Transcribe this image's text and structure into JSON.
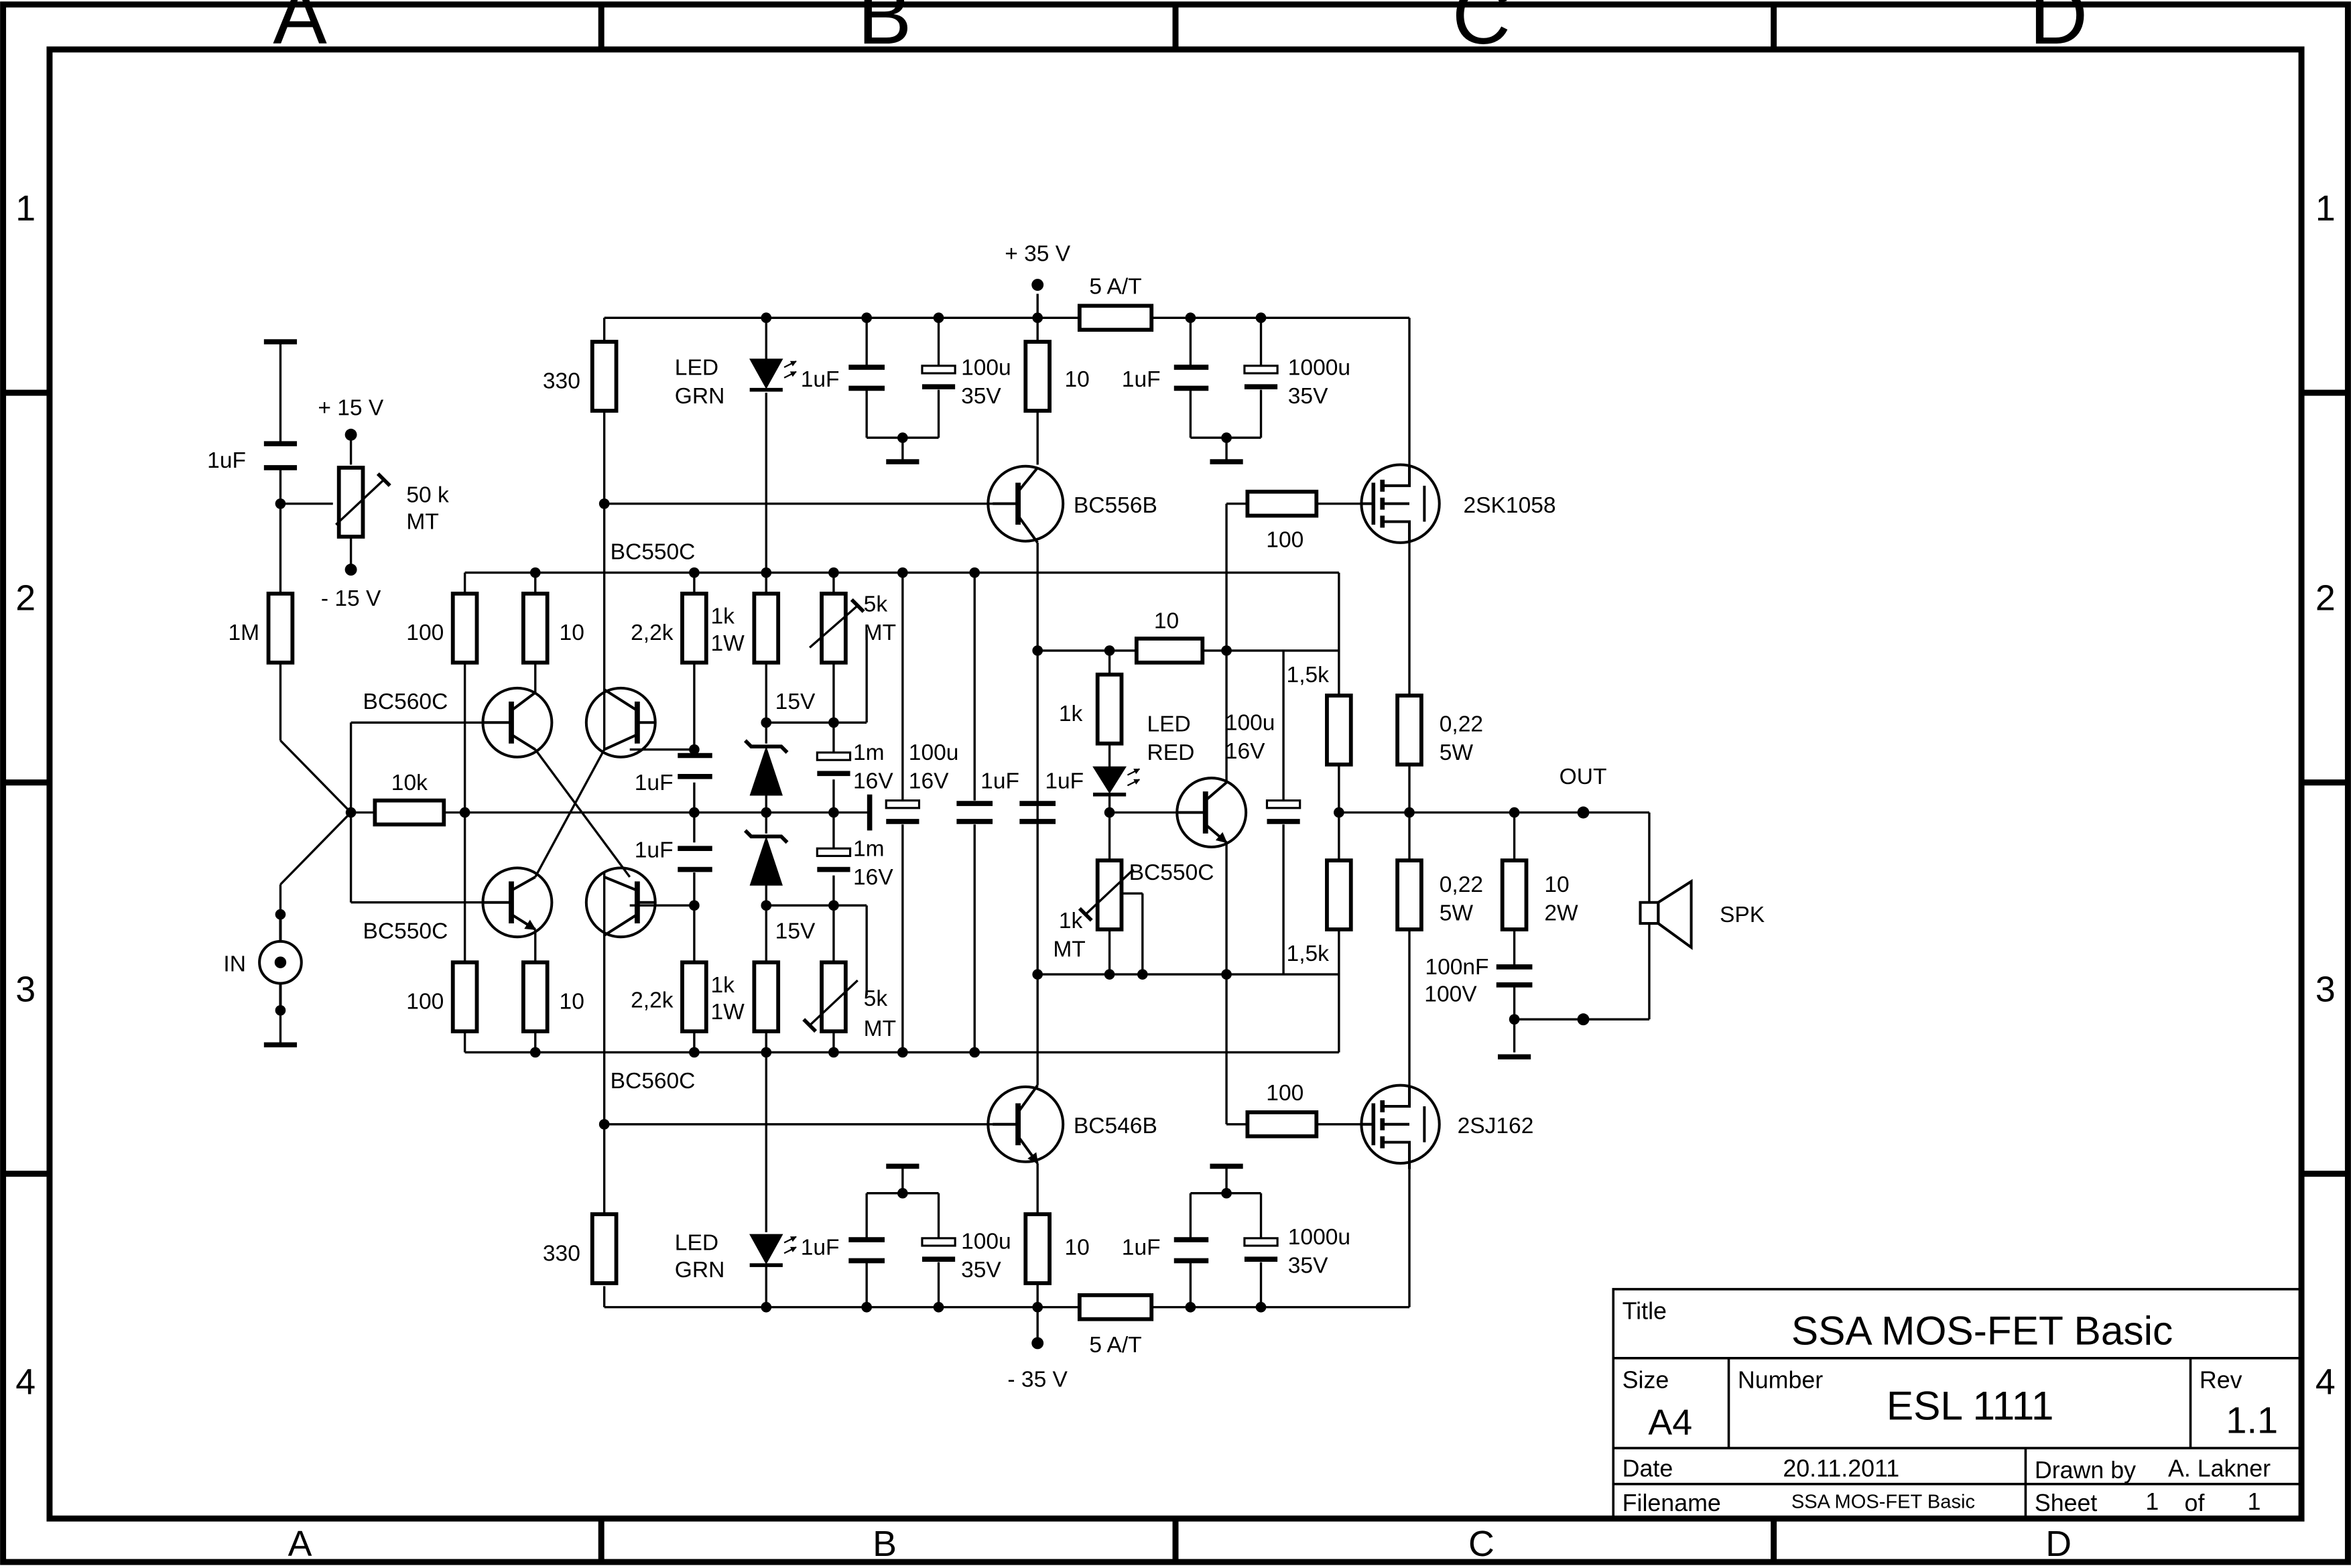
{
  "frame": {
    "cols": [
      "A",
      "B",
      "C",
      "D"
    ],
    "rows": [
      "1",
      "2",
      "3",
      "4"
    ]
  },
  "title_block": {
    "title_label": "Title",
    "title": "SSA MOS-FET Basic",
    "size_label": "Size",
    "size": "A4",
    "number_label": "Number",
    "number": "ESL 1111",
    "rev_label": "Rev",
    "rev": "1.1",
    "date_label": "Date",
    "date": "20.11.2011",
    "drawn_label": "Drawn by",
    "drawn": "A. Lakner",
    "filename_label": "Filename",
    "filename": "SSA MOS-FET Basic",
    "sheet_label": "Sheet",
    "sheet": "1",
    "of_label": "of",
    "of": "1"
  },
  "supplies": {
    "pos35": "+ 35 V",
    "neg35": "- 35 V",
    "pos15": "+ 15 V",
    "neg15": "- 15 V"
  },
  "connectors": {
    "in": "IN",
    "out": "OUT",
    "spk": "SPK"
  },
  "parts": {
    "c_in": "1uF",
    "pot_50k": "50 k",
    "pot_50k_type": "MT",
    "r_1m": "1M",
    "r_10k": "10k",
    "r_100_tl": "100",
    "r_10_tl": "10",
    "r_100_bl": "100",
    "r_10_bl": "10",
    "q_bc560c_top": "BC560C",
    "q_bc550c_bot": "BC550C",
    "q_bc550c_top": "BC550C",
    "q_bc560c_bot": "BC560C",
    "r_330_top": "330",
    "r_330_bot": "330",
    "led_grn_top_1": "LED",
    "led_grn_top_2": "GRN",
    "led_grn_bot_1": "LED",
    "led_grn_bot_2": "GRN",
    "c_1uf_top_sup": "1uF",
    "c_100u_top": "100u",
    "c_100u_top_v": "35V",
    "c_1uf_bot_sup": "1uF",
    "c_100u_bot": "100u",
    "c_100u_bot_v": "35V",
    "r_10_top": "10",
    "r_10_bot": "10",
    "fuse_top": "5 A/T",
    "fuse_bot": "5 A/T",
    "c_1uf_top_out": "1uF",
    "c_1000u_top": "1000u",
    "c_1000u_top_v": "35V",
    "c_1uf_bot_out": "1uF",
    "c_1000u_bot": "1000u",
    "c_1000u_bot_v": "35V",
    "q_bc556b": "BC556B",
    "q_bc546b": "BC546B",
    "q_2sk1058": "2SK1058",
    "q_2sj162": "2SJ162",
    "r_gate_top": "100",
    "r_gate_bot": "100",
    "r_22k_top": "2,2k",
    "r_22k_bot": "2,2k",
    "r_1k1w_top_1": "1k",
    "r_1k1w_top_2": "1W",
    "r_1k1w_bot_1": "1k",
    "r_1k1w_bot_2": "1W",
    "pot_5k_top": "5k",
    "pot_5k_top_type": "MT",
    "pot_5k_bot": "5k",
    "pot_5k_bot_type": "MT",
    "z_15v_top": "15V",
    "z_15v_bot": "15V",
    "c_1uf_mid_t": "1uF",
    "c_1uf_mid_b": "1uF",
    "c_1m_t": "1m",
    "c_1m_t_v": "16V",
    "c_1m_b": "1m",
    "c_1m_b_v": "16V",
    "c_100u_mid": "100u",
    "c_100u_mid_v": "16V",
    "c_1uf_mid_1": "1uF",
    "c_1uf_mid_2": "1uF",
    "r_10_bias": "10",
    "r_1k_bias": "1k",
    "led_red_1": "LED",
    "led_red_2": "RED",
    "c_100u_bias": "100u",
    "c_100u_bias_v": "16V",
    "q_bc550c_bias": "BC550C",
    "pot_1k": "1k",
    "pot_1k_type": "MT",
    "r_15k_top": "1,5k",
    "r_15k_bot": "1,5k",
    "r_022_top": "0,22",
    "r_022_top_w": "5W",
    "r_022_bot": "0,22",
    "r_022_bot_w": "5W",
    "r_zobel": "10",
    "r_zobel_w": "2W",
    "c_zobel": "100nF",
    "c_zobel_v": "100V"
  }
}
